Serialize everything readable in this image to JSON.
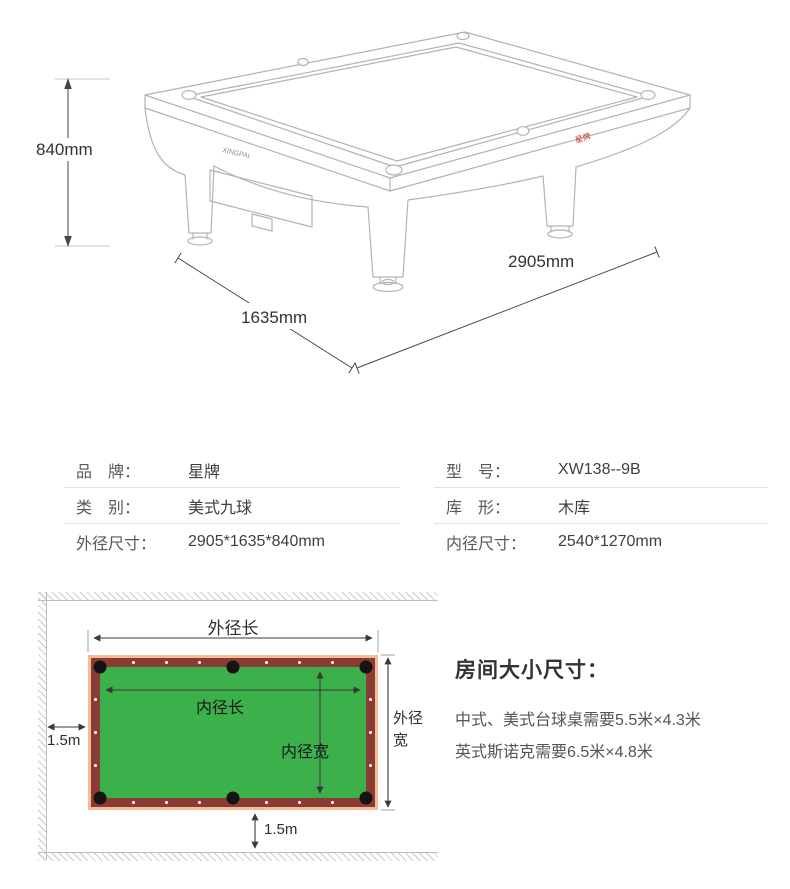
{
  "illustration": {
    "dim_height": "840mm",
    "dim_width": "1635mm",
    "dim_length": "2905mm",
    "brand_mark_left": "XINGPAI",
    "brand_mark_right": "星牌"
  },
  "specs": {
    "left": [
      {
        "label": "品　牌：",
        "value": "星牌"
      },
      {
        "label": "类　别：",
        "value": "美式九球"
      },
      {
        "label": "外径尺寸：",
        "value": "2905*1635*840mm"
      }
    ],
    "right": [
      {
        "label": "型　号：",
        "value": "XW138--9B"
      },
      {
        "label": "库　形：",
        "value": "木库"
      },
      {
        "label": "内径尺寸：",
        "value": "2540*1270mm"
      }
    ]
  },
  "room_diagram": {
    "outer_length_label": "外径长",
    "inner_length_label": "内径长",
    "inner_width_label": "内径宽",
    "outer_width_label": "外径宽",
    "left_clearance": "1.5m",
    "bottom_clearance": "1.5m",
    "colors": {
      "cloth_green": "#3cb14b",
      "rail_maroon": "#8a3b33",
      "frame_tan": "#f5bb95"
    }
  },
  "room_info": {
    "title": "房间大小尺寸：",
    "line1": "中式、美式台球桌需要5.5米×4.3米",
    "line2": "英式斯诺克需要6.5米×4.8米"
  }
}
